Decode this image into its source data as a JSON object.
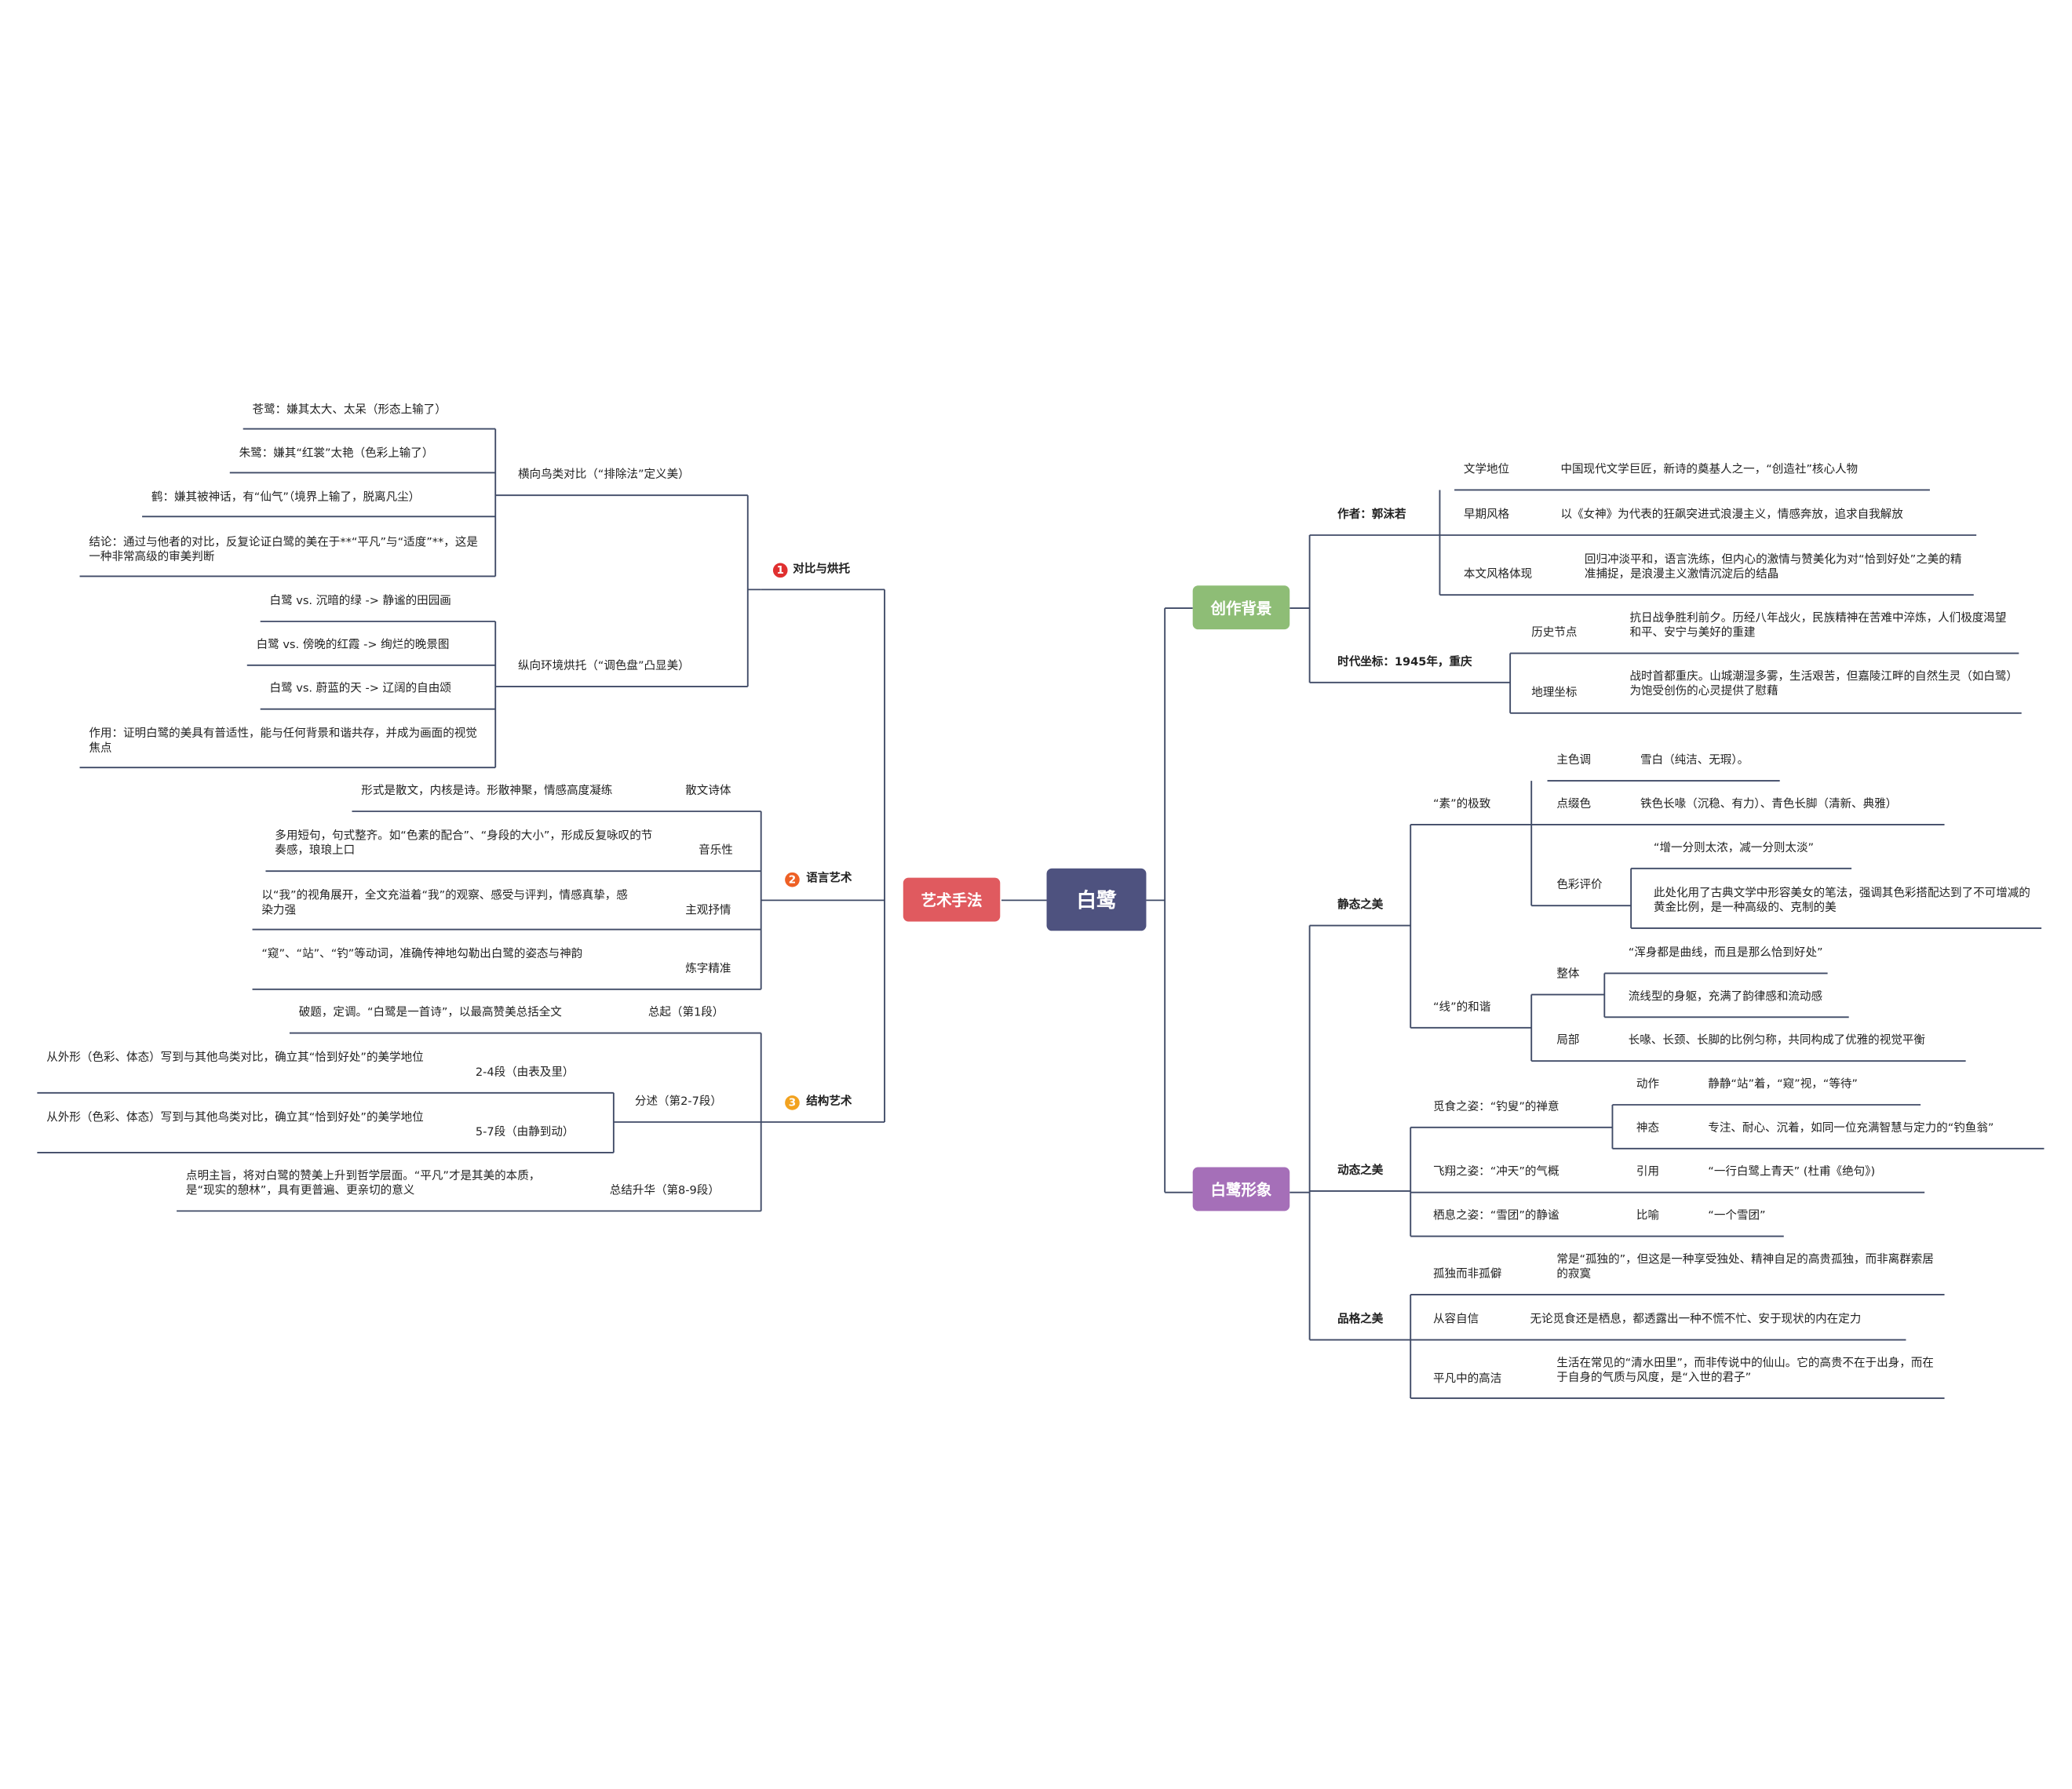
{
  "colors": {
    "line": "#3f4a66",
    "center": "#4e527f",
    "art": "#e05a5f",
    "background": "#8ebd76",
    "image": "#a56fb8",
    "num1": "#e03030",
    "num2": "#ee6025",
    "num3": "#f2a21f"
  },
  "center": "白鹭",
  "art": {
    "label": "艺术手法",
    "g1": {
      "num": "1",
      "label": "对比与烘托",
      "a": {
        "label": "横向鸟类对比（“排除法”定义美）",
        "items": [
          "苍鹭：嫌其太大、太呆（形态上输了）",
          "朱鹭：嫌其“红裳”太艳（色彩上输了）",
          "鹤：嫌其被神话，有“仙气”（境界上输了，脱离凡尘）",
          "结论：通过与他者的对比，反复论证白鹭的美在于**“平凡”与“适度”**，这是一种非常高级的审美判断"
        ]
      },
      "b": {
        "label": "纵向环境烘托（“调色盘”凸显美）",
        "items": [
          "白鹭 vs. 沉暗的绿 -> 静谧的田园画",
          "白鹭 vs. 傍晚的红霞 -> 绚烂的晚景图",
          "白鹭 vs. 蔚蓝的天 -> 辽阔的自由颂",
          "作用：证明白鹭的美具有普适性，能与任何背景和谐共存，并成为画面的视觉焦点"
        ]
      }
    },
    "g2": {
      "num": "2",
      "label": "语言艺术",
      "items": [
        {
          "label": "散文诗体",
          "text": "形式是散文，内核是诗。形散神聚，情感高度凝练"
        },
        {
          "label": "音乐性",
          "text": "多用短句，句式整齐。如“色素的配合”、“身段的大小”，形成反复咏叹的节奏感，琅琅上口"
        },
        {
          "label": "主观抒情",
          "text": "以“我”的视角展开，全文充溢着“我”的观察、感受与评判，情感真挚，感染力强"
        },
        {
          "label": "炼字精准",
          "text": "“窥”、“站”、“钓”等动词，准确传神地勾勒出白鹭的姿态与神韵"
        }
      ]
    },
    "g3": {
      "num": "3",
      "label": "结构艺术",
      "first": {
        "label": "总起（第1段）",
        "text": "破题，定调。“白鹭是一首诗”，以最高赞美总括全文"
      },
      "mid": {
        "label": "分述（第2-7段）",
        "items": [
          {
            "label": "2-4段（由表及里）",
            "text": "从外形（色彩、体态）写到与其他鸟类对比，确立其“恰到好处”的美学地位"
          },
          {
            "label": "5-7段（由静到动）",
            "text": "从外形（色彩、体态）写到与其他鸟类对比，确立其“恰到好处”的美学地位"
          }
        ]
      },
      "last": {
        "label": "总结升华（第8-9段）",
        "text": "点明主旨，将对白鹭的赞美上升到哲学层面。“平凡”才是其美的本质，是“现实的憩林”，具有更普遍、更亲切的意义"
      }
    }
  },
  "bg": {
    "label": "创作背景",
    "author": {
      "label": "作者：郭沫若",
      "items": [
        {
          "label": "文学地位",
          "text": "中国现代文学巨匠，新诗的奠基人之一，“创造社”核心人物"
        },
        {
          "label": "早期风格",
          "text": "以《女神》为代表的狂飙突进式浪漫主义，情感奔放，追求自我解放"
        },
        {
          "label": "本文风格体现",
          "text": "回归冲淡平和，语言洗练，但内心的激情与赞美化为对“恰到好处”之美的精准捕捉，是浪漫主义激情沉淀后的结晶"
        }
      ]
    },
    "era": {
      "label": "时代坐标：1945年，重庆",
      "items": [
        {
          "label": "历史节点",
          "text": "抗日战争胜利前夕。历经八年战火，民族精神在苦难中淬炼，人们极度渴望和平、安宁与美好的重建"
        },
        {
          "label": "地理坐标",
          "text": "战时首都重庆。山城潮湿多雾，生活艰苦，但嘉陵江畔的自然生灵（如白鹭）为饱受创伤的心灵提供了慰藉"
        }
      ]
    }
  },
  "img": {
    "label": "白鹭形象",
    "static": {
      "label": "静态之美",
      "su": {
        "label": "“素”的极致",
        "main": {
          "label": "主色调",
          "text": "雪白（纯洁、无瑕）。"
        },
        "dot": {
          "label": "点缀色",
          "text": "铁色长喙（沉稳、有力）、青色长脚（清新、典雅）"
        },
        "eval": {
          "label": "色彩评价",
          "items": [
            "“增一分则太浓，减一分则太淡”",
            "此处化用了古典文学中形容美女的笔法，强调其色彩搭配达到了不可增减的黄金比例，是一种高级的、克制的美"
          ]
        }
      },
      "xian": {
        "label": "“线”的和谐",
        "whole": {
          "label": "整体",
          "items": [
            "“浑身都是曲线，而且是那么恰到好处”",
            "流线型的身躯，充满了韵律感和流动感"
          ]
        },
        "part": {
          "label": "局部",
          "text": "长喙、长颈、长脚的比例匀称，共同构成了优雅的视觉平衡"
        }
      }
    },
    "dynamic": {
      "label": "动态之美",
      "feed": {
        "label": "觅食之姿：“钓叟”的禅意",
        "items": [
          {
            "label": "动作",
            "text": "静静“站”着，“窥”视，“等待”"
          },
          {
            "label": "神态",
            "text": "专注、耐心、沉着，如同一位充满智慧与定力的“钓鱼翁”"
          }
        ]
      },
      "fly": {
        "label": "飞翔之姿：“冲天”的气概",
        "sub": "引用",
        "text": "“一行白鹭上青天” (杜甫《绝句》)"
      },
      "rest": {
        "label": "栖息之姿：“雪团”的静谧",
        "sub": "比喻",
        "text": "“一个雪团”"
      }
    },
    "char": {
      "label": "品格之美",
      "items": [
        {
          "label": "孤独而非孤僻",
          "text": "常是“孤独的”，但这是一种享受独处、精神自足的高贵孤独，而非离群索居的寂寞"
        },
        {
          "label": "从容自信",
          "text": "无论觅食还是栖息，都透露出一种不慌不忙、安于现状的内在定力"
        },
        {
          "label": "平凡中的高洁",
          "text": "生活在常见的“清水田里”，而非传说中的仙山。它的高贵不在于出身，而在于自身的气质与风度，是“入世的君子”"
        }
      ]
    }
  }
}
